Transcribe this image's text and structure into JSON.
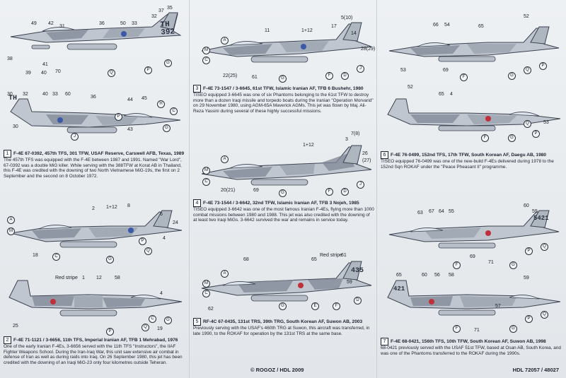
{
  "colors": {
    "paper": "#e9ecef",
    "ink": "#1f2330",
    "camo_dark": "#7d8794",
    "camo_light": "#9aa3ae",
    "roundel_blue": "#3a5aa8",
    "roundel_red": "#c0303a"
  },
  "captions": {
    "c1": {
      "num": "1",
      "title": "F-4E 67-0392, 457th TFS, 301 TFW, USAF Reserve, Carswell AFB, Texas, 1989",
      "text": "The 457th TFS was equipped with the F-4E between 1987 and 1991. Named \"War Lord\", 67-0392 was a double MiG killer. While serving with the 388TFW at Korat AB in Thailand, this F-4E was credited with the downing of two North Vietnamese MiG-19s, the first on 2 September and the second on 8 October 1972."
    },
    "c2": {
      "num": "2",
      "title": "F-4E 71-1121 / 3-6656, 11th TFS, Imperial Iranian AF, TFB 1 Mehrabad, 1976",
      "text": "One of the early Iranian F-4Es, 3-6656 served with the 11th TFS \"Instructors\", the IIAF Fighter Weapons School. During the Iran-Iraq War, this unit saw extensive air combat in defense of Iran as well as during raids into Iraq. On 26 September 1980, this jet has been credited with the downing of an Iraqi MiG-23 only four kilometres outside Teheran."
    },
    "c3": {
      "num": "3",
      "title": "F-4E 73-1547 / 3-6645, 61st TFW, Islamic Iranian AF, TFB 6 Bushehr, 1980",
      "text": "TISEO equipped 3-6645 was one of six Phantoms belonging to the 61st TFW to destroy more than a dozen Iraqi missile and torpedo boats during the Iranian \"Operation Morvarid\" on 29 November 1980, using AGM-65A Maverick AGMs. This jet was flown by Maj. Ali-Reza Yassini during several of these highly successful missions."
    },
    "c4": {
      "num": "4",
      "title": "F-4E 73-1544 / 3-6642, 32nd TFW, Islamic Iranian AF, TFB 3 Nojeh, 1985",
      "text": "TISEO equipped 3-6642 was one of the most famous Iranian F-4Es, flying more than 1000 combat missions between 1980 and 1988. This jet was also credited with the downing of at least two Iraqi MiGs. 3-6642 survived the war and remains in service today."
    },
    "c5": {
      "num": "5",
      "title": "RF-4C 67-0435, 131st TRS, 39th TRG, South Korean AF, Suwon AB, 2003",
      "text": "Previously serving with the USAF's 460th TRG at Suwon, this aircraft was transferred, in late 1990, to the ROKAF for operation by the 131st TRS at the same base."
    },
    "c6": {
      "num": "6",
      "title": "F-4E 76-0499, 152nd TFS, 17th TFW, South Korean AF, Daegu AB, 1980",
      "text": "TISEO equipped 76-0499 was one of the new-build F-4Es delivered during 1978 to the 152nd Sqn ROKAF under the \"Peace Pheasant II\" programme."
    },
    "c7": {
      "num": "7",
      "title": "F-4E 68-0421, 156th TFS, 10th TFW, South Korean AF, Suwon AB, 1998",
      "text": "68-0421 previously served with the USAF 51st TFW, based at Osan AB, South Korea, and was one of the Phantoms transferred to the ROKAF during the 1990s."
    }
  },
  "tails": {
    "t1": "TH\n392",
    "t5": "435",
    "t6": "421"
  },
  "labels": {
    "j1": [
      "49",
      "42",
      "31",
      "36",
      "50",
      "33",
      "32",
      "37",
      "35",
      "38",
      "41",
      "70",
      "39",
      "40",
      "Q",
      "P",
      "G"
    ],
    "j3": [
      "11",
      "1+12",
      "5(10)",
      "17",
      "14",
      "22(25)",
      "61",
      "28(29)",
      "A",
      "M",
      "C",
      "G",
      "F",
      "D",
      "J"
    ],
    "j6": [
      "52",
      "66",
      "54",
      "65",
      "53",
      "69",
      "Q",
      "P",
      "F",
      "G"
    ],
    "j2": [
      "30",
      "32",
      "40",
      "33",
      "60",
      "36",
      "30",
      "44",
      "43",
      "45",
      "P",
      "H",
      "C",
      "G",
      "J"
    ],
    "j4": [
      "1+12",
      "3",
      "7(8)",
      "26",
      "(27)",
      "20(21)",
      "69",
      "A",
      "M",
      "C",
      "G",
      "F",
      "D",
      "J"
    ],
    "j8": [
      "52",
      "65",
      "4",
      "53",
      "Q",
      "P",
      "F",
      "G"
    ],
    "j9": [
      "1+12",
      "2",
      "8",
      "6",
      "24",
      "18",
      "4",
      "A",
      "M",
      "C",
      "Q",
      "P",
      "G"
    ],
    "j10": [
      "Red stripe",
      "1",
      "12",
      "58",
      "4",
      "25",
      "19",
      "P",
      "Q",
      "C",
      "G"
    ],
    "j11": [
      "68",
      "62",
      "65",
      "Red stripe",
      "61",
      "59",
      "A",
      "M",
      "C",
      "G",
      "E",
      "F",
      "D"
    ],
    "j12": [
      "63",
      "67",
      "64",
      "55",
      "69",
      "60",
      "59",
      "71",
      "P",
      "Q",
      "F",
      "G"
    ],
    "j13": [
      "65",
      "60",
      "56",
      "58",
      "57",
      "59",
      "71",
      "P",
      "Q",
      "F",
      "G"
    ]
  },
  "footer": {
    "center": "© ROGOZ / HDL 2009",
    "right": "HDL 72057 / 48027"
  }
}
